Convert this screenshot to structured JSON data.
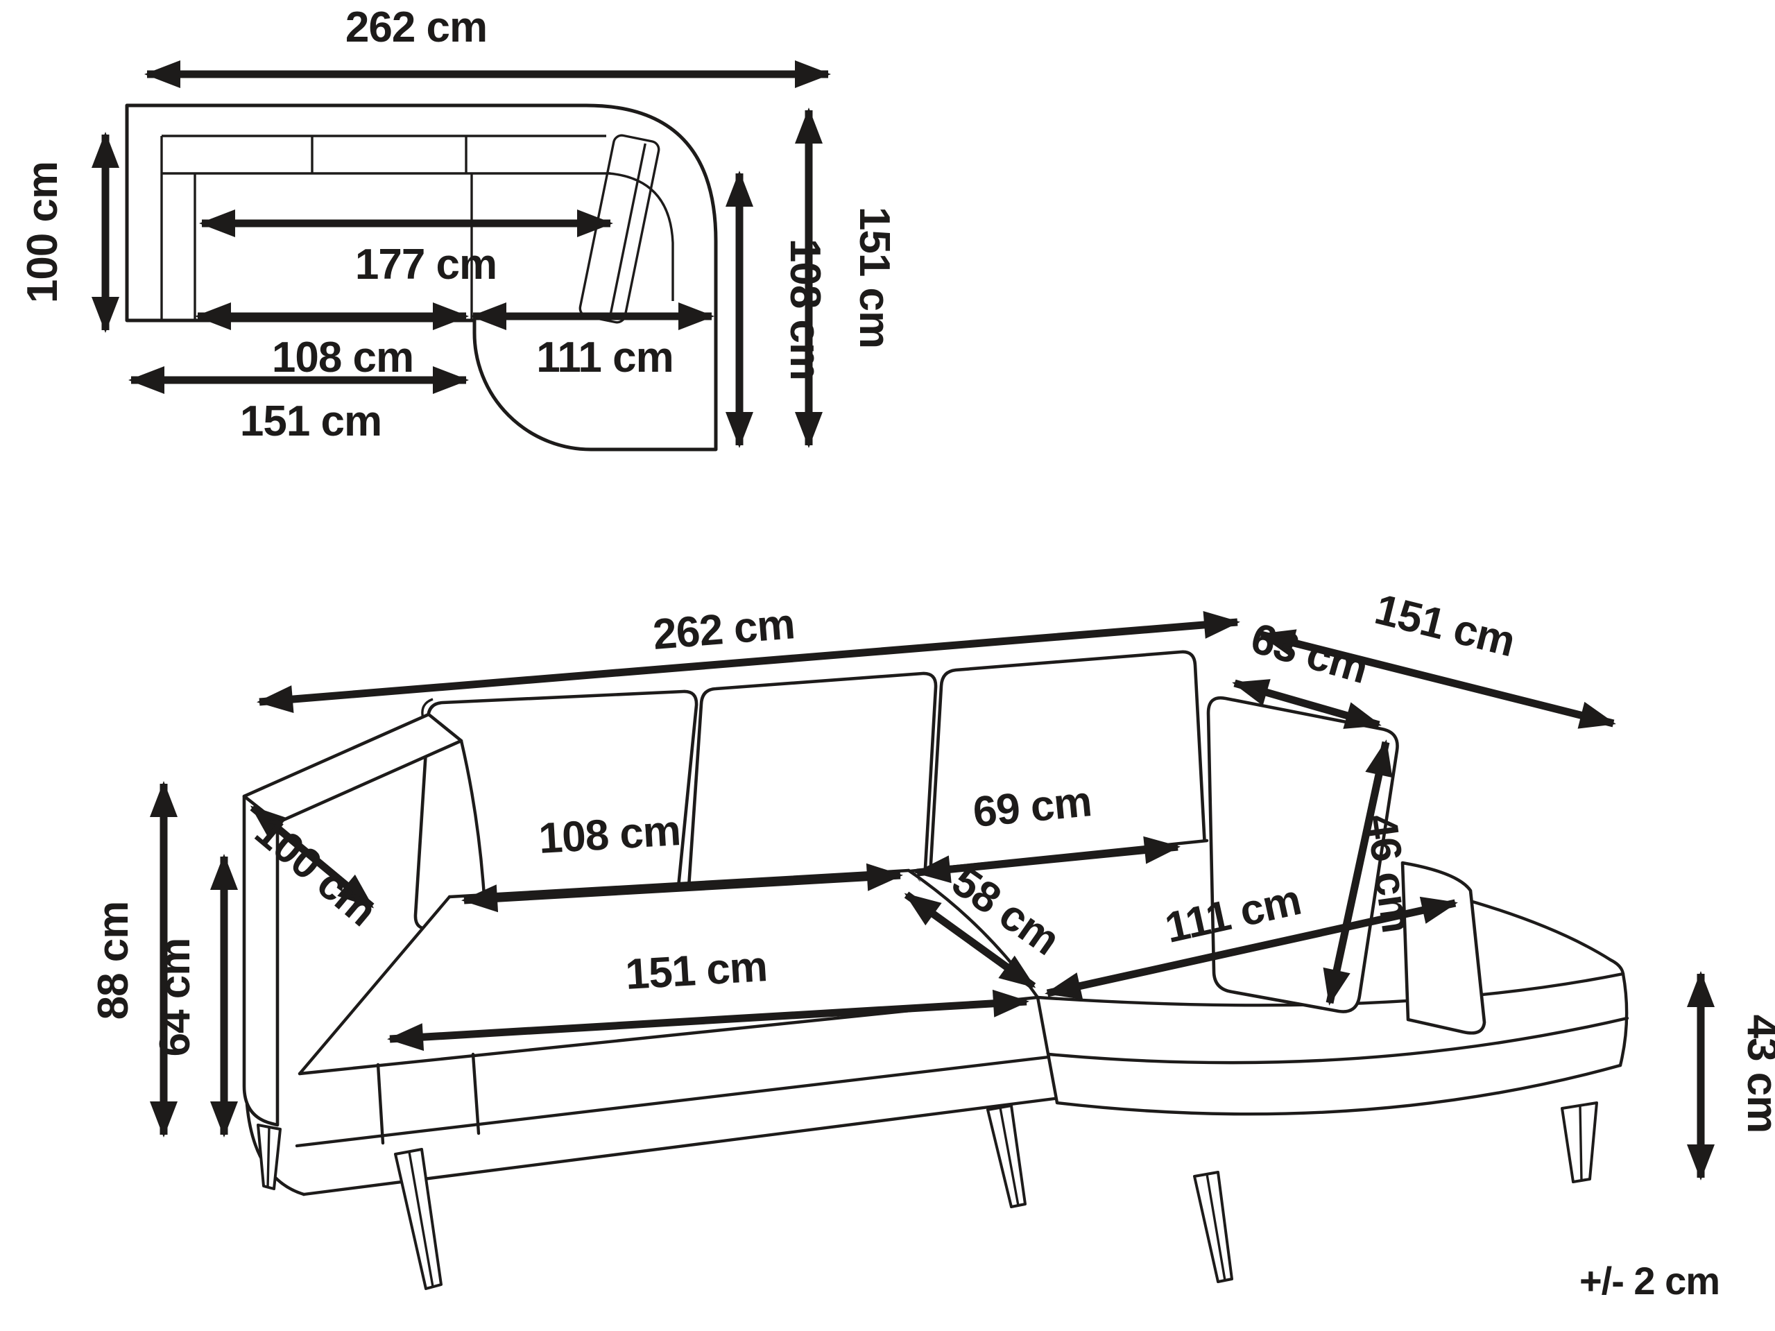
{
  "diagram": {
    "type": "furniture-dimension-drawing",
    "subject": "corner-sofa-with-chaise",
    "unit": "cm",
    "colors": {
      "background": "#ffffff",
      "line": "#1d1b1a",
      "text": "#1d1b1a"
    },
    "views": {
      "top": {
        "name": "top-view-plan",
        "dims": [
          {
            "id": "total-width",
            "value": 262,
            "label": "262 cm"
          },
          {
            "id": "depth-left-section",
            "value": 100,
            "label": "100 cm"
          },
          {
            "id": "seat-width-total",
            "value": 177,
            "label": "177 cm"
          },
          {
            "id": "seat-width-left",
            "value": 108,
            "label": "108 cm"
          },
          {
            "id": "chaise-width",
            "value": 111,
            "label": "111 cm"
          },
          {
            "id": "left-section-width",
            "value": 151,
            "label": "151 cm"
          },
          {
            "id": "chaise-inner-depth",
            "value": 108,
            "label": "108 cm"
          },
          {
            "id": "chaise-total-depth",
            "value": 151,
            "label": "151 cm"
          }
        ]
      },
      "perspective": {
        "name": "perspective-view",
        "dims": [
          {
            "id": "total-width",
            "value": 262,
            "label": "262 cm"
          },
          {
            "id": "chaise-total-depth",
            "value": 151,
            "label": "151 cm"
          },
          {
            "id": "back-cushion-width",
            "value": 63,
            "label": "63 cm"
          },
          {
            "id": "back-cushion-height",
            "value": 46,
            "label": "46 cm"
          },
          {
            "id": "sofa-depth",
            "value": 100,
            "label": "100 cm"
          },
          {
            "id": "total-height",
            "value": 88,
            "label": "88 cm"
          },
          {
            "id": "armrest-height",
            "value": 64,
            "label": "64 cm"
          },
          {
            "id": "seat-width-left",
            "value": 108,
            "label": "108 cm"
          },
          {
            "id": "seat-width-right",
            "value": 69,
            "label": "69 cm"
          },
          {
            "id": "seat-depth",
            "value": 58,
            "label": "58 cm"
          },
          {
            "id": "chaise-width",
            "value": 111,
            "label": "111 cm"
          },
          {
            "id": "seat-front-width",
            "value": 151,
            "label": "151 cm"
          },
          {
            "id": "seat-height",
            "value": 43,
            "label": "43 cm"
          }
        ]
      }
    },
    "footer": {
      "tolerance": "+/- 2 cm"
    }
  }
}
